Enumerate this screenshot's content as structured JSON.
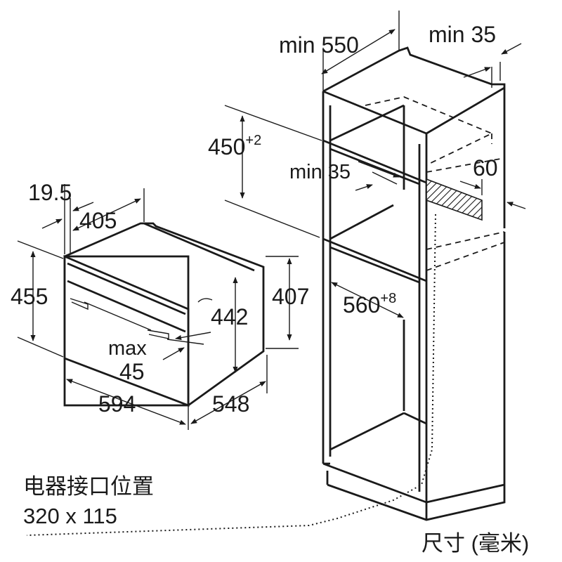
{
  "dimensions": {
    "tall_unit_depth": "min 550",
    "rear_gap": "min 35",
    "niche_height_base": "450",
    "niche_height_tol": "+2",
    "shelf_gap": "min 35",
    "vent_opening": "60",
    "niche_width_base": "560",
    "niche_width_tol": "+8",
    "oven_panel_offset": "19.5",
    "oven_depth": "405",
    "oven_front_height": "455",
    "oven_body_height": "407",
    "oven_inner_height": "442",
    "door_gap_label": "max",
    "door_gap_value": "45",
    "oven_width": "594",
    "oven_body_depth": "548"
  },
  "notes": {
    "connection_title": "电器接口位置",
    "connection_size": "320 x 115",
    "units": "尺寸 (毫米)"
  }
}
